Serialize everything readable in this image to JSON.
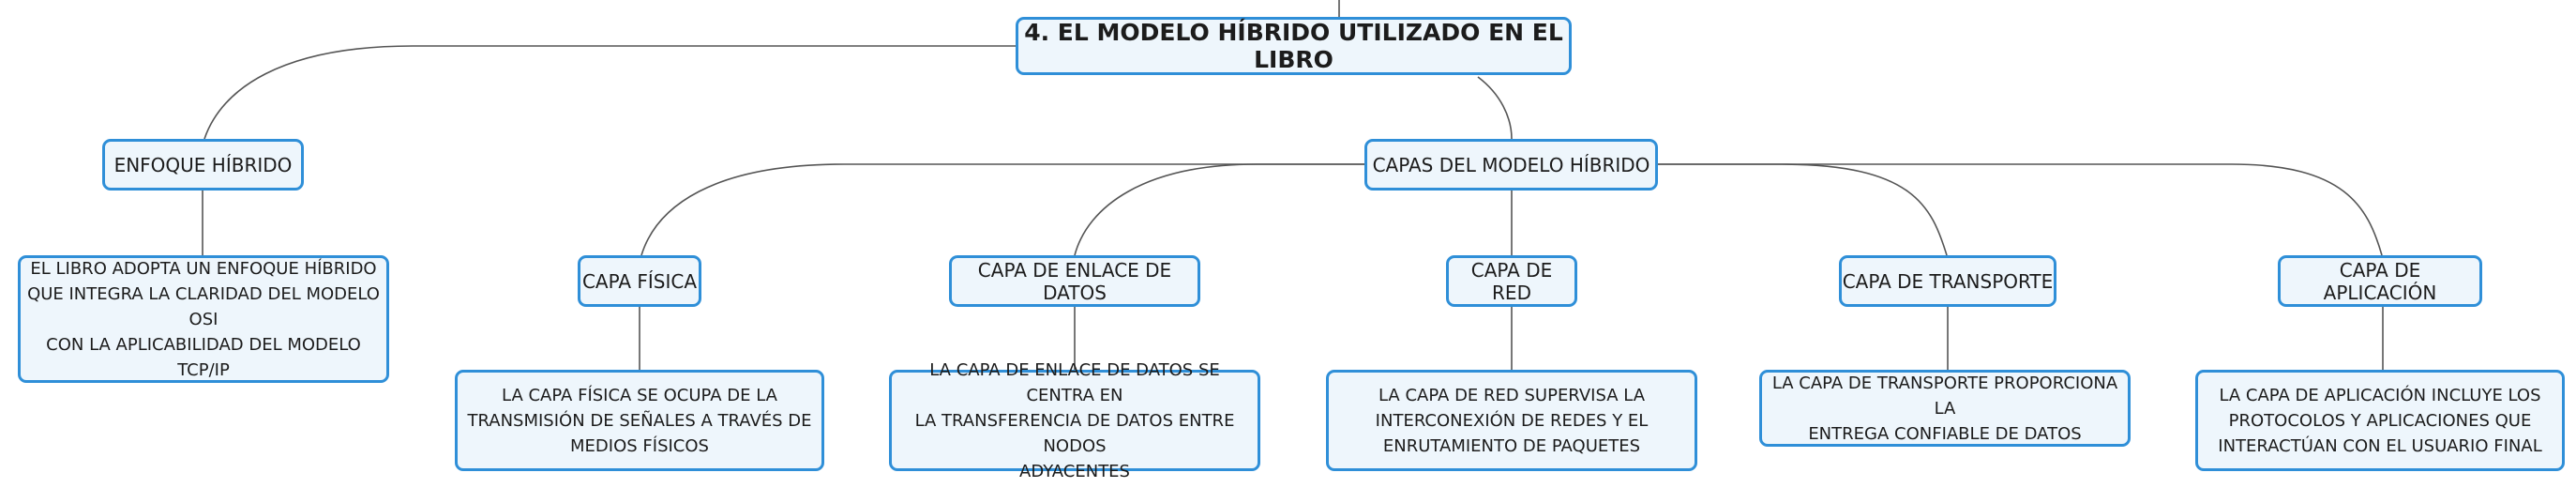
{
  "colors": {
    "border": "#2f8fd8",
    "fill": "#eef6fc",
    "line": "#555555",
    "text": "#1c1c1c"
  },
  "diagram": {
    "root": "4. EL MODELO HÍBRIDO UTILIZADO EN EL LIBRO",
    "enfoque": {
      "label": "ENFOQUE HÍBRIDO",
      "detail": [
        "EL LIBRO ADOPTA UN ENFOQUE HÍBRIDO",
        "QUE INTEGRA LA CLARIDAD DEL MODELO OSI",
        "CON LA APLICABILIDAD DEL MODELO TCP/IP"
      ]
    },
    "capas": {
      "label": "CAPAS DEL MODELO HÍBRIDO",
      "items": [
        {
          "label": "CAPA FÍSICA",
          "detail": [
            "LA CAPA FÍSICA SE OCUPA DE LA",
            "TRANSMISIÓN DE SEÑALES A TRAVÉS DE",
            "MEDIOS FÍSICOS"
          ]
        },
        {
          "label": "CAPA DE ENLACE DE DATOS",
          "detail": [
            "LA CAPA DE ENLACE DE DATOS SE CENTRA EN",
            "LA TRANSFERENCIA DE DATOS ENTRE NODOS",
            "ADYACENTES"
          ]
        },
        {
          "label": "CAPA DE RED",
          "detail": [
            "LA CAPA DE RED SUPERVISA LA",
            "INTERCONEXIÓN DE REDES Y EL",
            "ENRUTAMIENTO DE PAQUETES"
          ]
        },
        {
          "label": "CAPA DE TRANSPORTE",
          "detail": [
            "LA CAPA DE TRANSPORTE PROPORCIONA LA",
            "ENTREGA CONFIABLE DE DATOS"
          ]
        },
        {
          "label": "CAPA DE APLICACIÓN",
          "detail": [
            "LA CAPA DE APLICACIÓN INCLUYE LOS",
            "PROTOCOLOS Y APLICACIONES QUE",
            "INTERACTÚAN CON EL USUARIO FINAL"
          ]
        }
      ]
    }
  }
}
